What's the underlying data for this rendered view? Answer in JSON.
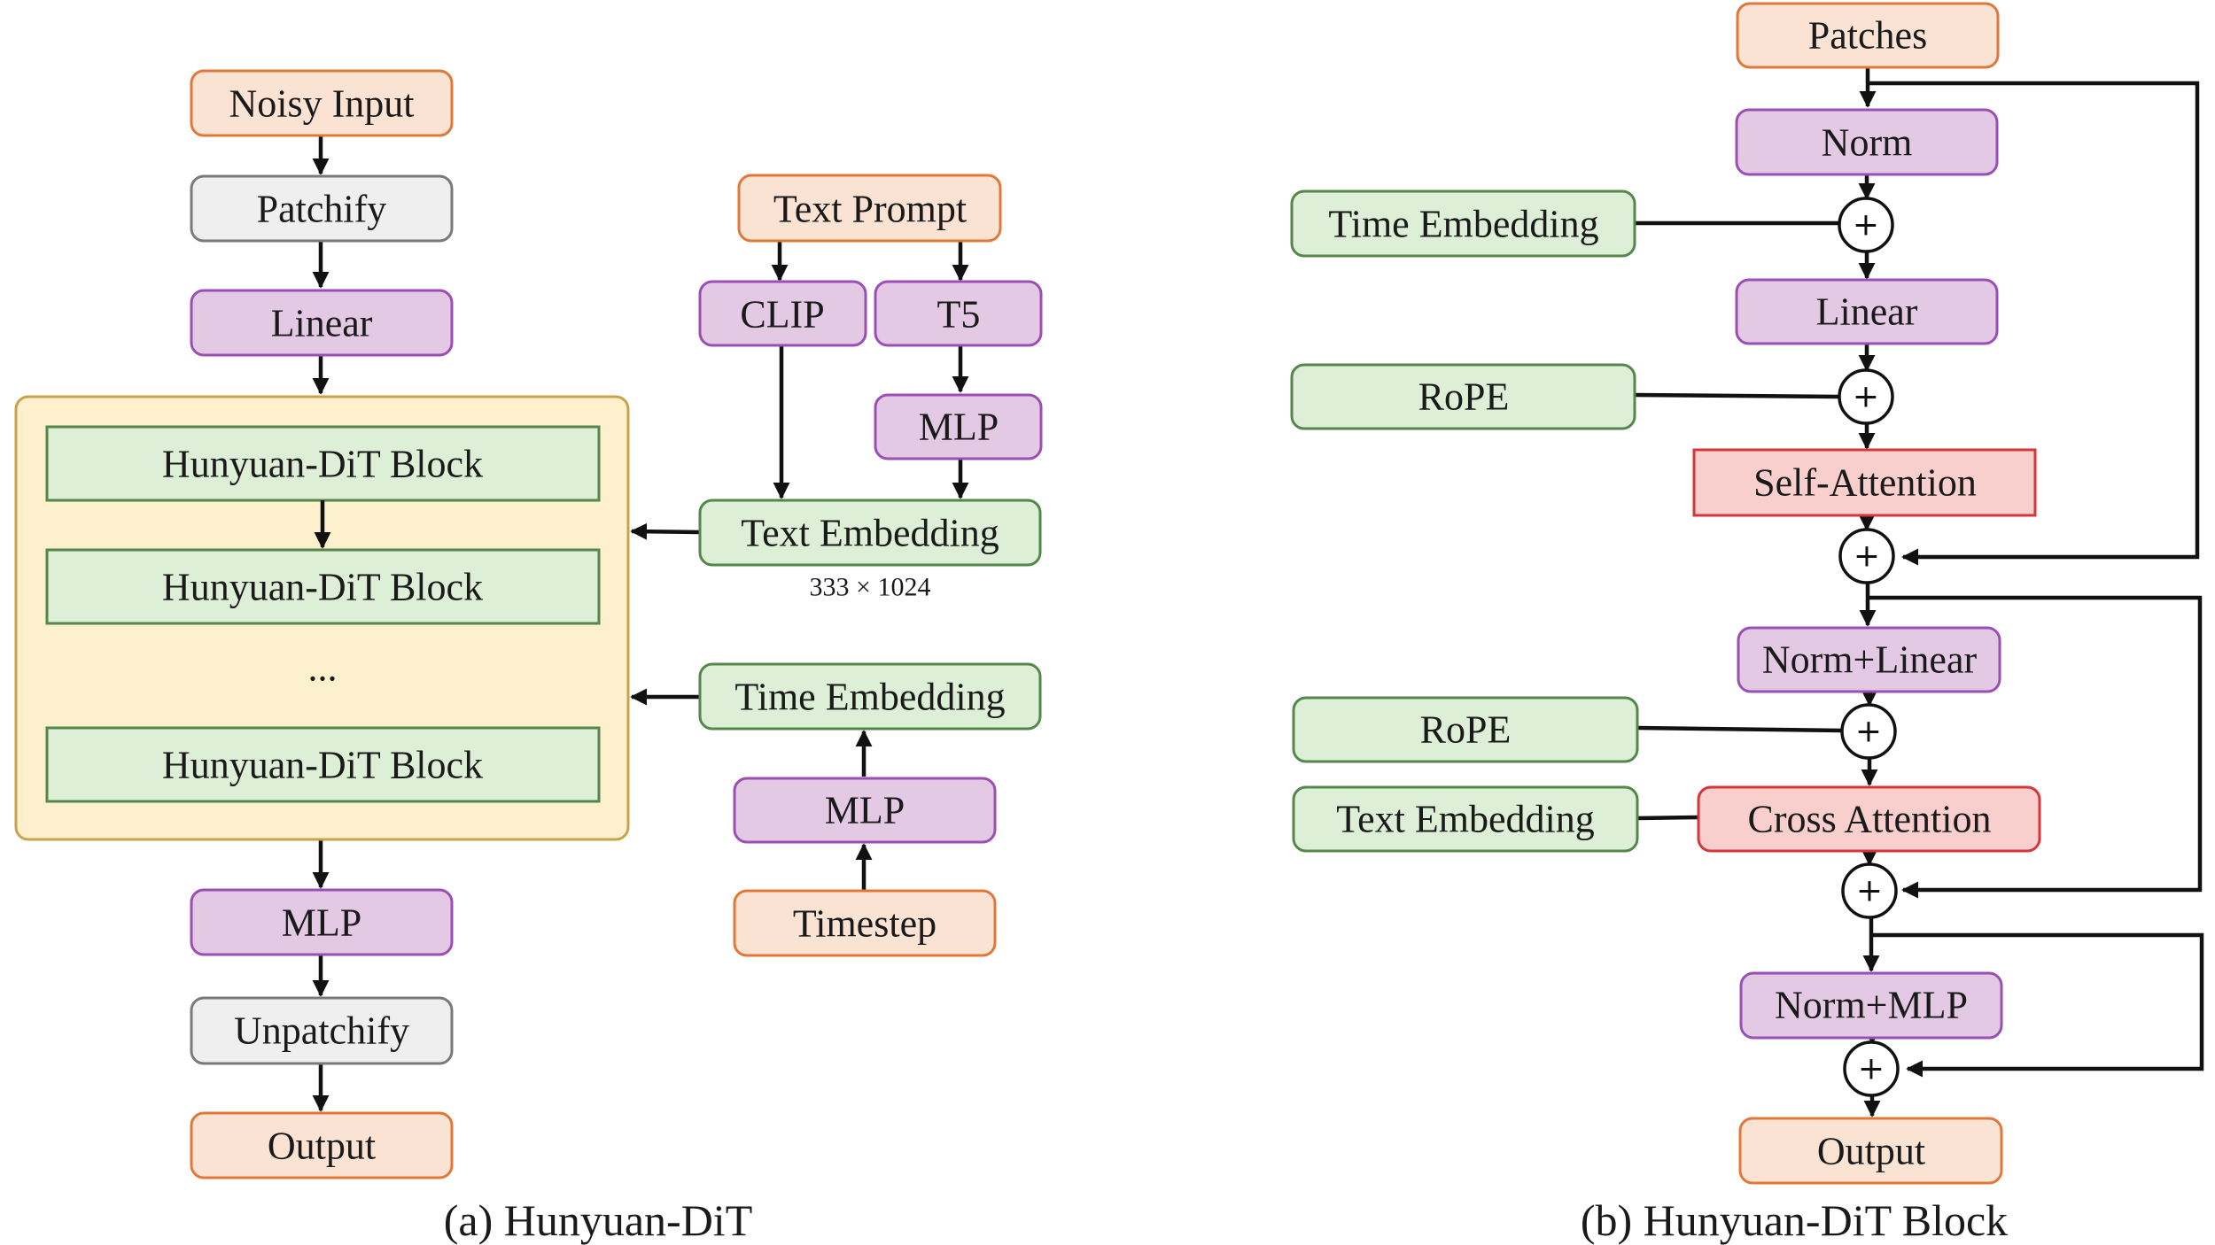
{
  "panel_a": {
    "caption": "(a) Hunyuan-DiT",
    "noisy_input": "Noisy Input",
    "patchify": "Patchify",
    "linear": "Linear",
    "blocks": [
      "Hunyuan-DiT Block",
      "Hunyuan-DiT Block",
      "...",
      "Hunyuan-DiT Block"
    ],
    "mlp": "MLP",
    "unpatchify": "Unpatchify",
    "output": "Output",
    "text_prompt": "Text Prompt",
    "clip": "CLIP",
    "t5": "T5",
    "t5_mlp": "MLP",
    "text_embedding": "Text Embedding",
    "text_embedding_dim": "333 × 1024",
    "time_embedding": "Time Embedding",
    "time_mlp": "MLP",
    "timestep": "Timestep"
  },
  "panel_b": {
    "caption": "(b) Hunyuan-DiT Block",
    "patches": "Patches",
    "norm": "Norm",
    "time_embedding": "Time Embedding",
    "linear": "Linear",
    "rope_1": "RoPE",
    "self_attention": "Self-Attention",
    "norm_linear": "Norm+Linear",
    "rope_2": "RoPE",
    "text_embedding": "Text Embedding",
    "cross_attention": "Cross Attention",
    "norm_mlp": "Norm+MLP",
    "output": "Output",
    "plus": "+"
  }
}
